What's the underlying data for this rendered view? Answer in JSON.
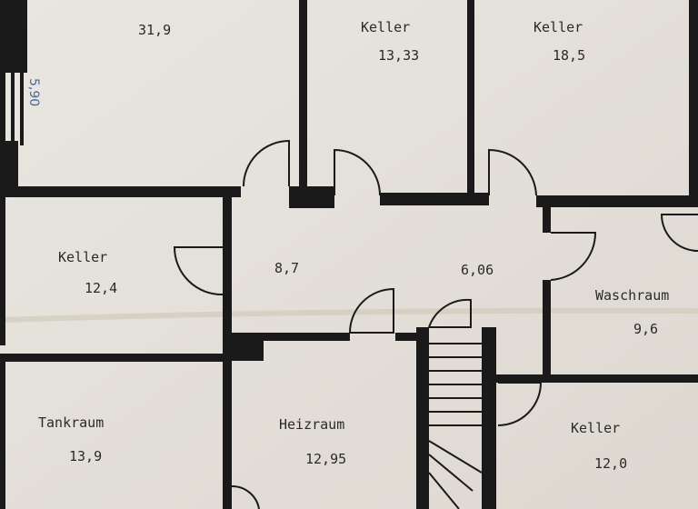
{
  "rooms": [
    {
      "name": "",
      "area": "31,9"
    },
    {
      "name": "Keller",
      "area": "13,33"
    },
    {
      "name": "Keller",
      "area": "18,5"
    },
    {
      "name": "Keller",
      "area": "12,4"
    },
    {
      "name": "",
      "area": "8,7"
    },
    {
      "name": "",
      "area": "6,06"
    },
    {
      "name": "Waschraum",
      "area": "9,6"
    },
    {
      "name": "Tankraum",
      "area": "13,9"
    },
    {
      "name": "Heizraum",
      "area": "12,95"
    },
    {
      "name": "Keller",
      "area": "12,0"
    }
  ],
  "annotations": {
    "handwritten_dimension": "5,90"
  },
  "colors": {
    "paper": "#e6e2dc",
    "wall": "#1a1a1a",
    "ink": "#4a6a9a"
  }
}
